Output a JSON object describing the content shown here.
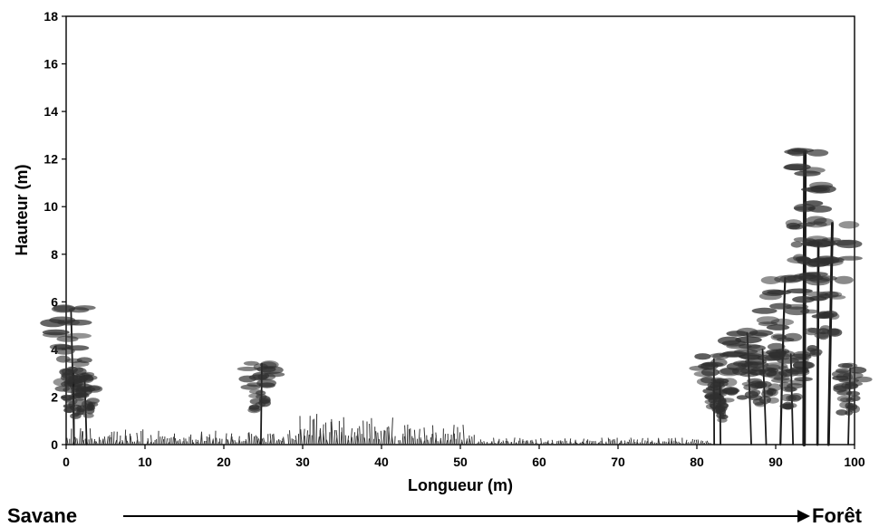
{
  "chart_data": {
    "type": "profile",
    "xlabel": "Longueur (m)",
    "ylabel": "Hauteur (m)",
    "xlim": [
      0,
      100
    ],
    "ylim": [
      0,
      18
    ],
    "xticks": [
      0,
      10,
      20,
      30,
      40,
      50,
      60,
      70,
      80,
      90,
      100
    ],
    "yticks": [
      0,
      2,
      4,
      6,
      8,
      10,
      12,
      14,
      16,
      18
    ],
    "grid": false,
    "gradient": {
      "start_label": "Savane",
      "end_label": "Forêt"
    },
    "trees": [
      {
        "x": 1.0,
        "height": 5.6
      },
      {
        "x": 2.6,
        "height": 2.9
      },
      {
        "x": 1.0,
        "height": 3.0
      },
      {
        "x": 24.7,
        "height": 3.4
      },
      {
        "x": 82.2,
        "height": 3.6
      },
      {
        "x": 83.0,
        "height": 2.6
      },
      {
        "x": 86.9,
        "height": 4.7
      },
      {
        "x": 88.8,
        "height": 4.0
      },
      {
        "x": 90.6,
        "height": 7.0
      },
      {
        "x": 92.2,
        "height": 3.8
      },
      {
        "x": 93.6,
        "height": 12.3
      },
      {
        "x": 95.3,
        "height": 8.5
      },
      {
        "x": 96.7,
        "height": 9.3
      },
      {
        "x": 99.2,
        "height": 3.2
      }
    ],
    "herbaceous": [
      {
        "x_start": 0,
        "x_end": 10,
        "height": 0.7
      },
      {
        "x_start": 10,
        "x_end": 20,
        "height": 0.6
      },
      {
        "x_start": 20,
        "x_end": 28,
        "height": 0.6
      },
      {
        "x_start": 28,
        "x_end": 42,
        "height": 1.3
      },
      {
        "x_start": 42,
        "x_end": 52,
        "height": 0.9
      },
      {
        "x_start": 52,
        "x_end": 62,
        "height": 0.3
      },
      {
        "x_start": 62,
        "x_end": 82,
        "height": 0.3
      }
    ]
  }
}
